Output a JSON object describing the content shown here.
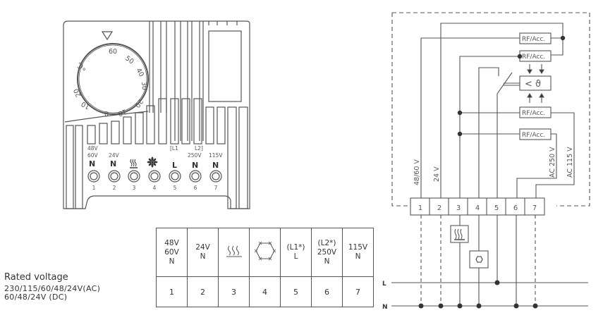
{
  "device": {
    "dial_label": "°C",
    "dial_scale": [
      "60",
      "50",
      "40",
      "30",
      "20",
      "10",
      "0",
      "10",
      "20"
    ],
    "terminals": [
      {
        "num": "1",
        "top": "48V",
        "mid": "60V",
        "main": "N"
      },
      {
        "num": "2",
        "top": "",
        "mid": "24V",
        "main": "N"
      },
      {
        "num": "3",
        "top": "",
        "mid": "",
        "main": "heater-icon"
      },
      {
        "num": "4",
        "top": "",
        "mid": "",
        "main": "fan-icon"
      },
      {
        "num": "5",
        "top": "[L1",
        "mid": "",
        "main": "L"
      },
      {
        "num": "6",
        "top": "L2]",
        "mid": "250V",
        "main": "N"
      },
      {
        "num": "7",
        "top": "",
        "mid": "115V",
        "main": "N"
      }
    ]
  },
  "rated": {
    "heading": "Rated voltage",
    "ac": "230/115/60/48/24V(AC)",
    "dc": "60/48/24V  (DC)"
  },
  "table": {
    "headers": [
      [
        "48V",
        "60V",
        "N"
      ],
      [
        "24V",
        "N"
      ],
      [
        "heater-icon"
      ],
      [
        "fan-icon"
      ],
      [
        "(L1*)",
        "L"
      ],
      [
        "(L2*)",
        "250V",
        "N"
      ],
      [
        "115V",
        "N"
      ]
    ],
    "numbers": [
      "1",
      "2",
      "3",
      "4",
      "5",
      "6",
      "7"
    ]
  },
  "schematic": {
    "rf_label": "RF/Acc.",
    "sensor_label": "< ϑ",
    "wire_labels": {
      "w1": "48/60 V",
      "w2": "24 V",
      "w6": "AC 250 V",
      "w7": "AC 115 V"
    },
    "terminal_numbers": [
      "1",
      "2",
      "3",
      "4",
      "5",
      "6",
      "7"
    ],
    "bus": {
      "line": "L",
      "neutral": "N"
    }
  }
}
